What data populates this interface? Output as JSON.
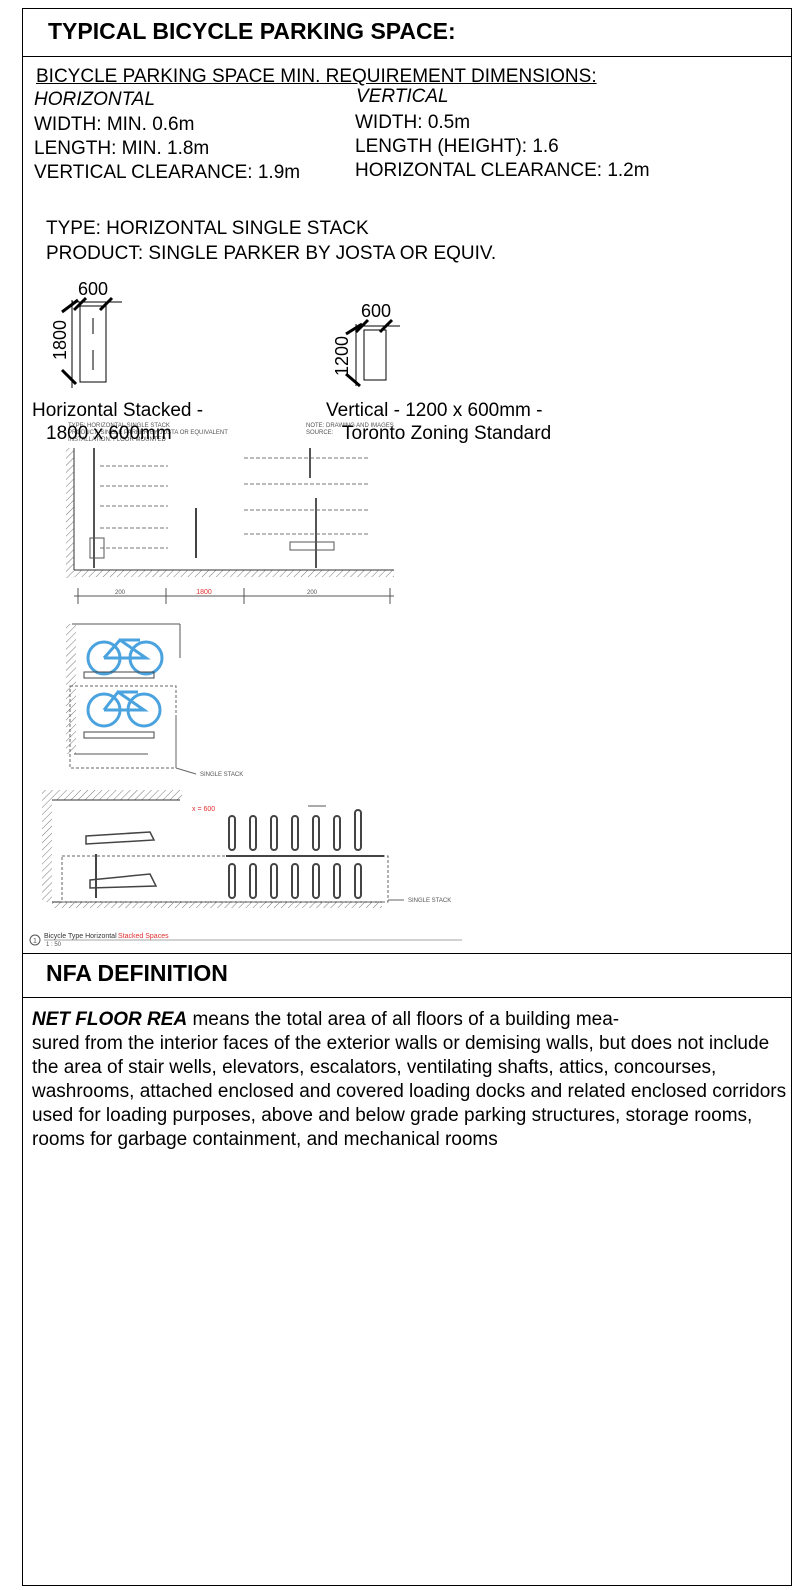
{
  "title": "TYPICAL BICYCLE PARKING SPACE:",
  "requirements": {
    "heading": "BICYCLE PARKING SPACE MIN. REQUIREMENT DIMENSIONS:",
    "horizontal": {
      "label": "HORIZONTAL",
      "width": "WIDTH: MIN. 0.6m",
      "length": "LENGTH: MIN. 1.8m",
      "clearance": "VERTICAL CLEARANCE: 1.9m"
    },
    "vertical": {
      "label": "VERTICAL",
      "width": "WIDTH: 0.5m",
      "length": "LENGTH (HEIGHT): 1.6",
      "clearance": "HORIZONTAL CLEARANCE: 1.2m"
    }
  },
  "type_line": "TYPE: HORIZONTAL SINGLE STACK",
  "product_line": "PRODUCT: SINGLE PARKER BY JOSTA OR EQUIV.",
  "diagram_horizontal": {
    "dim_width": "600",
    "dim_length": "1800",
    "caption_line1": "Horizontal Stacked -",
    "caption_line2": "1800 x 600mm"
  },
  "diagram_vertical": {
    "dim_width": "600",
    "dim_length": "1200",
    "caption_line1": "Vertical - 1200 x 600mm -",
    "caption_line2": "Toronto Zoning Standard"
  },
  "drawing_notes": {
    "left_line1": "TYPE: HORIZONTAL SINGLE STACK",
    "left_line2": "PRODUCT: SINGLE PARKER BY JOSTA OR EQUIVALENT",
    "left_line3": "INSTALLATION: FLOOR MOUNTED",
    "right_line1": "NOTE: DRAWING AND IMAGES",
    "right_line2": "SOURCE:",
    "dim_left": "200",
    "dim_mid": "1800",
    "dim_right": "200",
    "stack_label_1": "SINGLE STACK",
    "stack_label_2": "SINGLE STACK",
    "x_label": "x = 600",
    "detail_number": "1",
    "detail_title_a": "Bicycle Type Horizontal",
    "detail_title_b": "Stacked Spaces",
    "detail_scale": "1 : 50"
  },
  "nfa": {
    "heading": "NFA DEFINITION",
    "term": "NET FLOOR REA",
    "definition": " means the total area of all floors of a building mea-\nsured from the interior faces of the exterior walls or demising walls, but does not include the area of stair wells, elevators, escalators, ventilating shafts, attics, concourses, washrooms, attached enclosed and covered loading docks and related enclosed corridors used for loading purposes, above and below grade parking structures, storage rooms, rooms for garbage containment, and mechanical rooms"
  },
  "colors": {
    "bike_blue": "#4aa3df",
    "dim_red": "#e03030"
  }
}
